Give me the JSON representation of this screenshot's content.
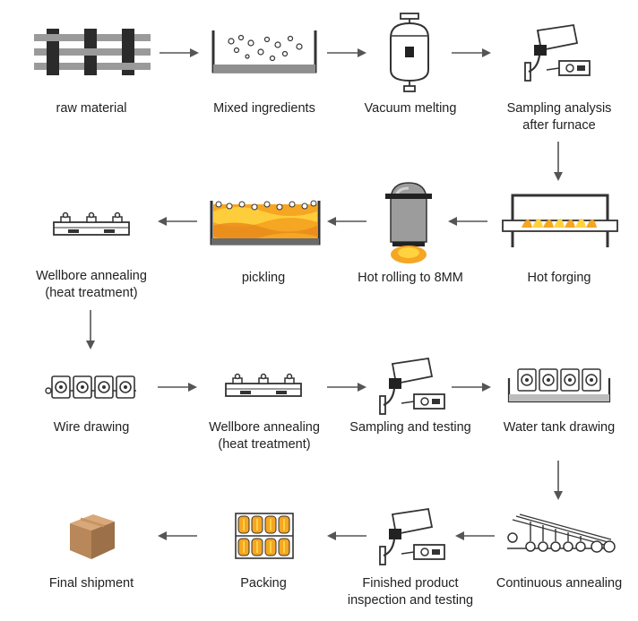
{
  "steps": [
    {
      "id": "raw-material",
      "label": "raw material"
    },
    {
      "id": "mixed-ingredients",
      "label": "Mixed ingredients"
    },
    {
      "id": "vacuum-melting",
      "label": "Vacuum melting"
    },
    {
      "id": "sampling-analysis",
      "label": "Sampling analysis\nafter furnace"
    },
    {
      "id": "hot-forging",
      "label": "Hot forging"
    },
    {
      "id": "hot-rolling",
      "label": "Hot rolling to 8MM"
    },
    {
      "id": "pickling",
      "label": "pickling"
    },
    {
      "id": "wellbore-annealing-1",
      "label": "Wellbore annealing\n(heat treatment)"
    },
    {
      "id": "wire-drawing",
      "label": "Wire drawing"
    },
    {
      "id": "wellbore-annealing-2",
      "label": "Wellbore annealing\n(heat treatment)"
    },
    {
      "id": "sampling-testing",
      "label": "Sampling and testing"
    },
    {
      "id": "water-tank-drawing",
      "label": "Water tank drawing"
    },
    {
      "id": "continuous-annealing",
      "label": "Continuous annealing"
    },
    {
      "id": "finished-inspection",
      "label": "Finished product\ninspection and testing"
    },
    {
      "id": "packing",
      "label": "Packing"
    },
    {
      "id": "final-shipment",
      "label": "Final shipment"
    }
  ],
  "colors": {
    "line": "#333333",
    "arrow": "#555555",
    "flame_orange": "#f5a623",
    "flame_yellow": "#ffd23f",
    "box_brown": "#b8875a"
  }
}
